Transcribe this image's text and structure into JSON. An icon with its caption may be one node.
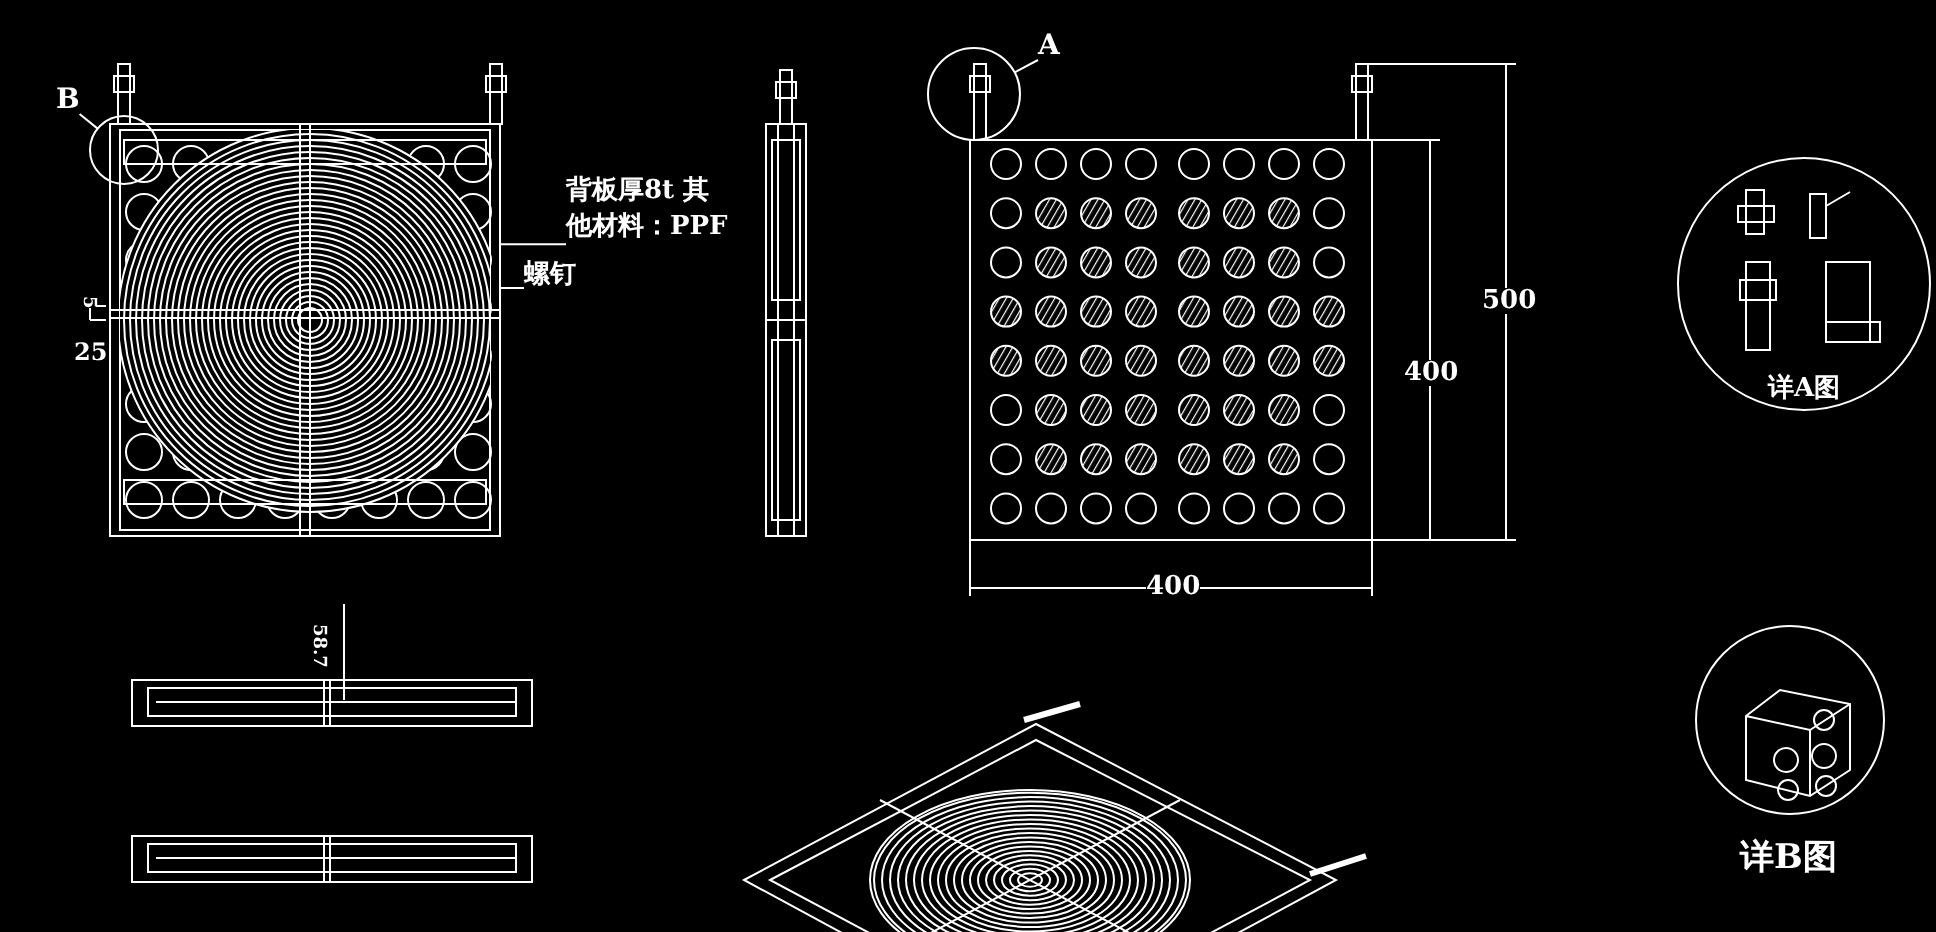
{
  "diagram": {
    "nodes": [
      {
        "text": [
          "B"
        ]
      },
      {
        "text": [],
        "shape": "circle"
      },
      {
        "text": [
          "A"
        ]
      },
      {
        "text": [],
        "shape": "circle"
      },
      {
        "text": [
          "背板厚8t 其他材料：PPF"
        ]
      },
      {
        "text": [
          "螺钉"
        ]
      },
      {
        "text": [],
        "shape": "picture"
      }
    ],
    "edges": [
      {
        "from": 0,
        "to": 1,
        "arrow": "none"
      },
      {
        "from": 2,
        "to": 3,
        "arrow": "none"
      },
      {
        "from": 4,
        "to": 6,
        "arrow": "none"
      },
      {
        "from": 5,
        "to": 6,
        "arrow": "none"
      }
    ],
    "labels": [
      "5",
      "25",
      "500",
      "400",
      "400",
      "详A图",
      "58.7",
      "详B图"
    ]
  }
}
